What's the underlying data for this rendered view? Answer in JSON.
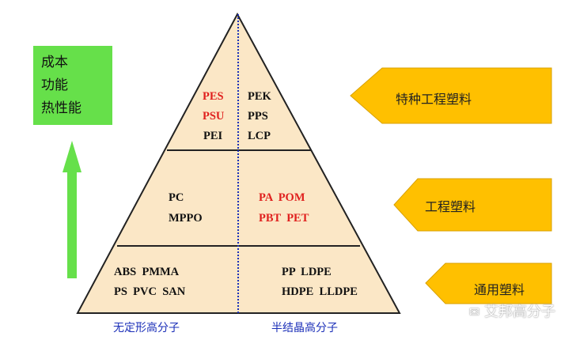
{
  "left_box": {
    "lines": [
      "成本",
      "功能",
      "热性能"
    ]
  },
  "pyramid": {
    "top": {
      "left": [
        "PES",
        "PSU",
        "PEI"
      ],
      "right": [
        "PEK",
        "PPS",
        "LCP"
      ]
    },
    "middle": {
      "left": [
        "PC",
        "MPPO"
      ],
      "right": [
        "PA  POM",
        "PBT  PET"
      ]
    },
    "bottom": {
      "left": [
        "ABS  PMMA",
        "PS  PVC  SAN"
      ],
      "right": [
        "PP  LDPE",
        "HDPE  LLDPE"
      ]
    }
  },
  "tiers": {
    "top_label": "特种工程塑料",
    "middle_label": "工程塑料",
    "bottom_label": "通用塑料"
  },
  "bottom_labels": {
    "left": "无定形高分子",
    "right": "半结晶高分子"
  },
  "watermark": "艾邦高分子",
  "colors": {
    "pyramid_fill": "#fbe7c6",
    "arrow_fill": "#ffc000",
    "green": "#66e04a",
    "red_text": "#e0201e",
    "blue_text": "#1b2fb8"
  }
}
